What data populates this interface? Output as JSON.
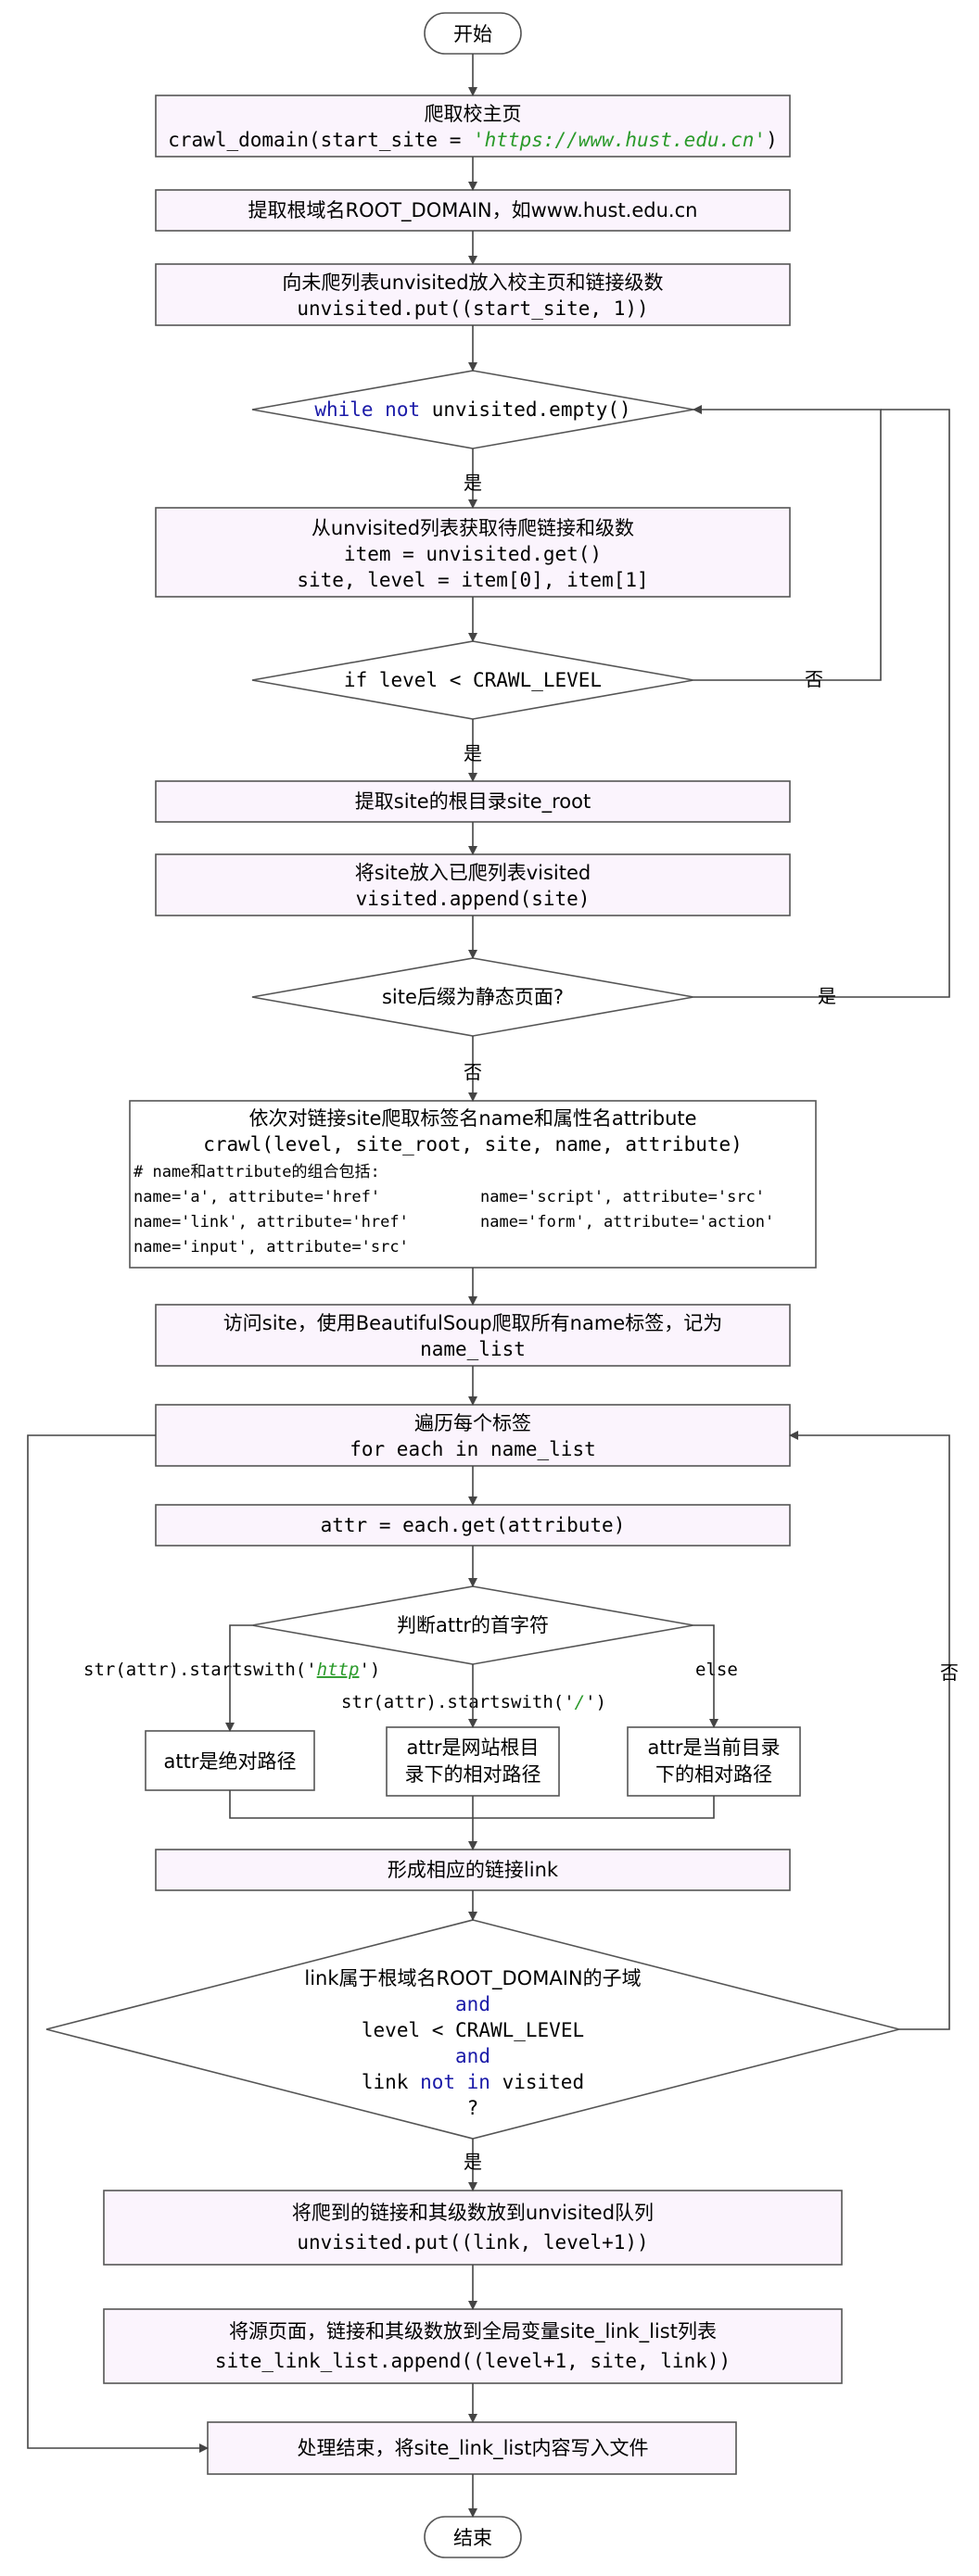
{
  "flow": {
    "start": "开始",
    "end": "结束",
    "s1_title": "爬取校主页",
    "s1_code_prefix": "crawl_domain(start_site = ",
    "s1_code_url": "'https://www.hust.edu.cn'",
    "s1_code_suffix": ")",
    "s2": "提取根域名ROOT_DOMAIN，如www.hust.edu.cn",
    "s3_title": "向未爬列表unvisited放入校主页和链接级数",
    "s3_code": "unvisited.put((start_site, 1))",
    "d1_kw": "while not",
    "d1_rest": " unvisited.empty()",
    "yes": "是",
    "no": "否",
    "s4_title": "从unvisited列表获取待爬链接和级数",
    "s4_code1": "item = unvisited.get()",
    "s4_code2": "site, level = item[0], item[1]",
    "d2": "if level < CRAWL_LEVEL",
    "s5": "提取site的根目录site_root",
    "s6_title": "将site放入已爬列表visited",
    "s6_code": "visited.append(site)",
    "d3": "site后缀为静态页面?",
    "s7_title": "依次对链接site爬取标签名name和属性名attribute",
    "s7_code": "crawl(level, site_root, site, name, attribute)",
    "s7_comment": "# name和attribute的组合包括:",
    "s7_combo_1": "name='a', attribute='href'",
    "s7_combo_2": "name='script', attribute='src'",
    "s7_combo_3": "name='link', attribute='href'",
    "s7_combo_4": "name='form', attribute='action'",
    "s7_combo_5": "name='input', attribute='src'",
    "s8_line1": "访问site，使用BeautifulSoup爬取所有name标签，记为",
    "s8_line2": "name_list",
    "s9_title": "遍历每个标签",
    "s9_code": "for each in name_list",
    "s10": "attr = each.get(attribute)",
    "d4": "判断attr的首字符",
    "b1_cond_prefix": "str(attr).startswith('",
    "b1_cond_http": "http",
    "b1_cond_suffix": "')",
    "b2_cond_prefix": "str(attr).startswith('",
    "b2_cond_slash": "/",
    "b2_cond_suffix": "')",
    "b3_cond": "else",
    "b1_box": "attr是绝对路径",
    "b2_box_1": "attr是网站根目",
    "b2_box_2": "录下的相对路径",
    "b3_box_1": "attr是当前目录",
    "b3_box_2": "下的相对路径",
    "s11": "形成相应的链接link",
    "d5_line1": "link属于根域名ROOT_DOMAIN的子域",
    "d5_and1": "and",
    "d5_line2": "level < CRAWL_LEVEL",
    "d5_and2": "and",
    "d5_line3_a": "link ",
    "d5_line3_kw": "not in",
    "d5_line3_b": " visited",
    "d5_line4": "?",
    "s12_title": "将爬到的链接和其级数放到unvisited队列",
    "s12_code": "unvisited.put((link, level+1))",
    "s13_title": "将源页面，链接和其级数放到全局变量site_link_list列表",
    "s13_code": "site_link_list.append((level+1, site, link))",
    "s14": "处理结束，将site_link_list内容写入文件"
  }
}
